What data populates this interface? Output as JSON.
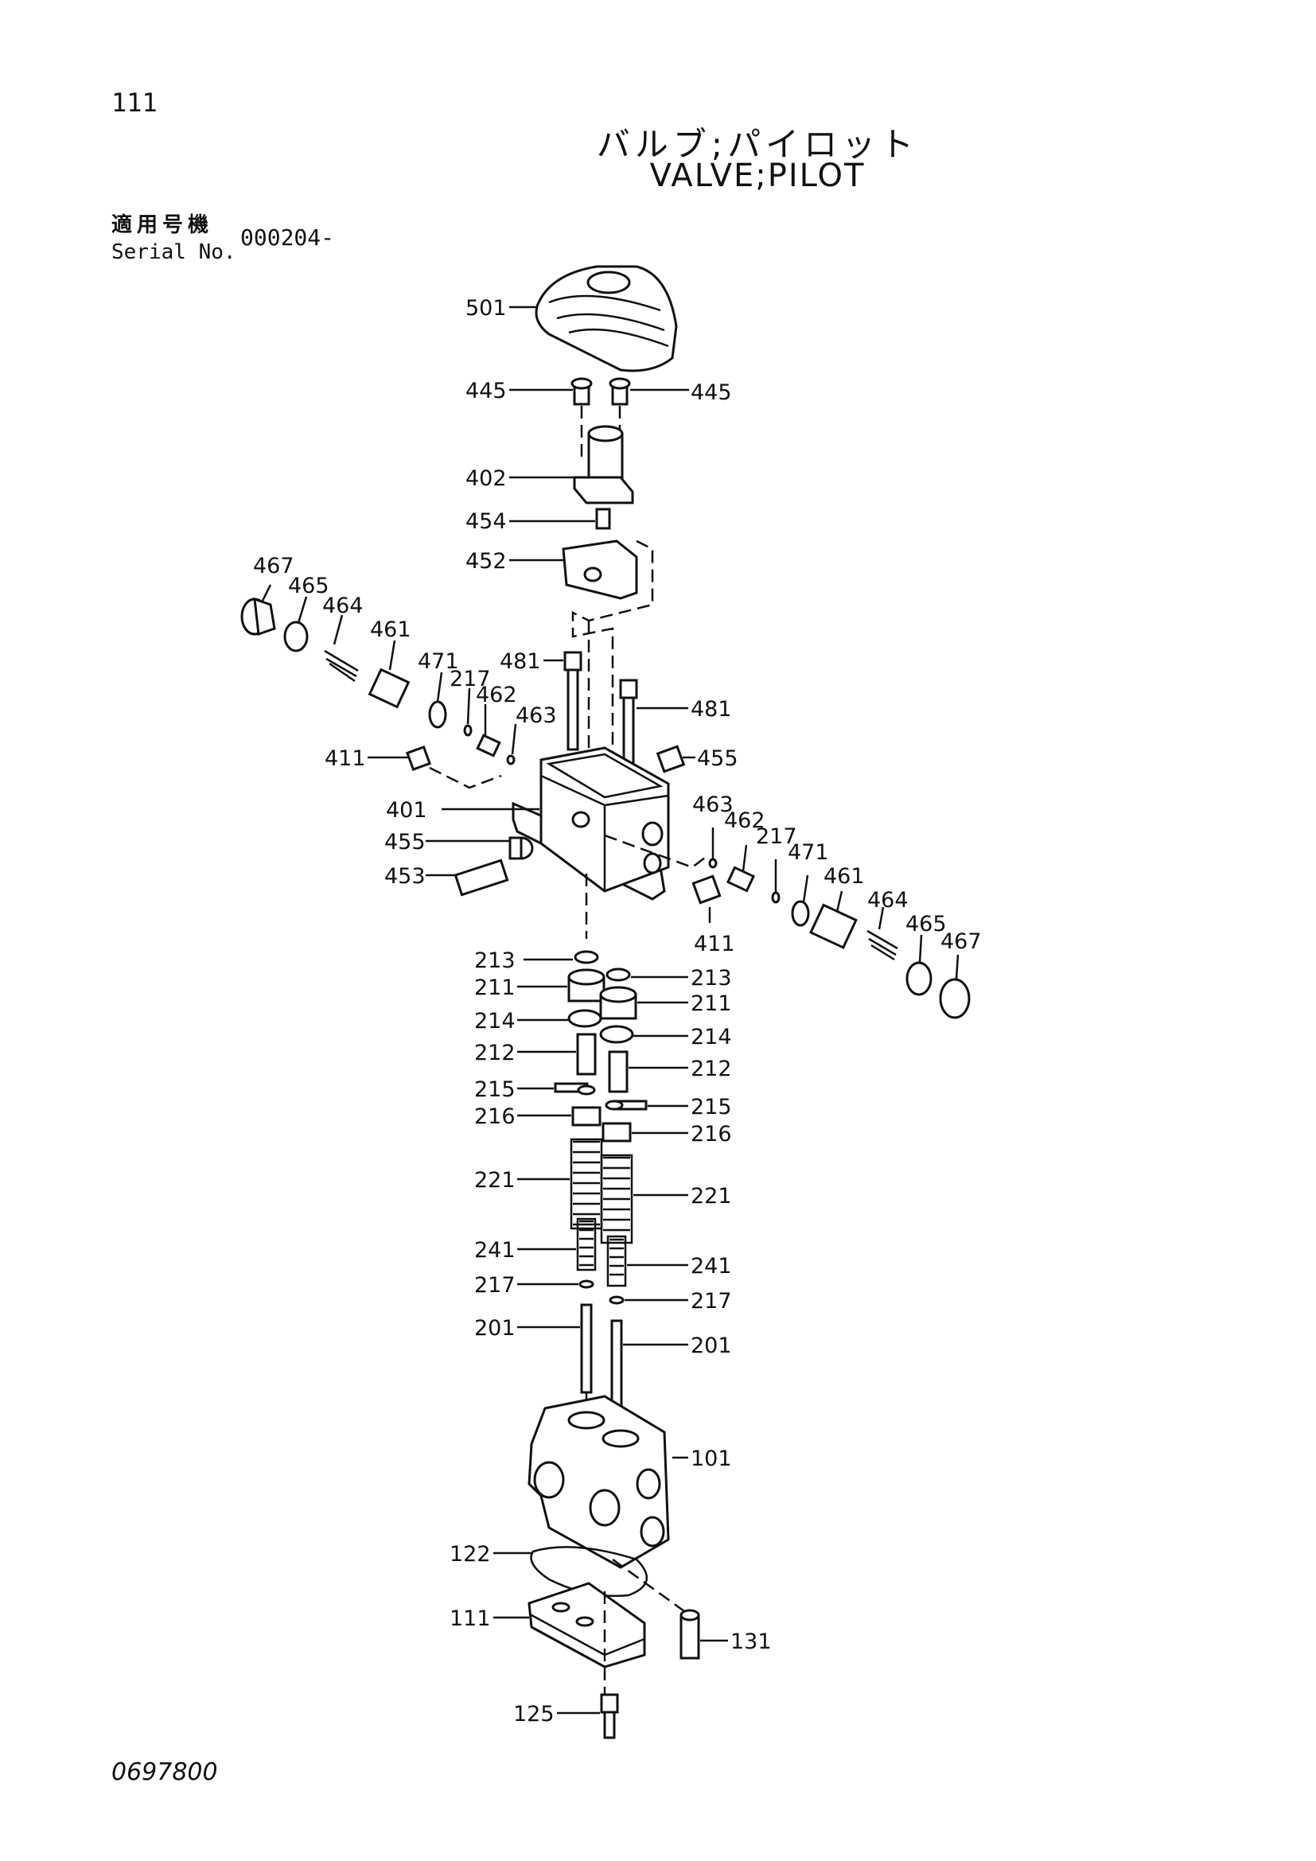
{
  "header": {
    "page_number": "111",
    "title_jp": "バルブ;パイロット",
    "title_en": "VALVE;PILOT",
    "serial_label_jp": "適用号機",
    "serial_label_en": "Serial No.",
    "serial_value": "000204-"
  },
  "footer": {
    "doc_code": "0697800"
  },
  "callouts": {
    "c501": "501",
    "c445a": "445",
    "c445b": "445",
    "c402": "402",
    "c454": "454",
    "c452": "452",
    "c467a": "467",
    "c465a": "465",
    "c464a": "464",
    "c461a": "461",
    "c471a": "471",
    "c217a": "217",
    "c462a": "462",
    "c463a": "463",
    "c481a": "481",
    "c481b": "481",
    "c411a": "411",
    "c455a": "455",
    "c401": "401",
    "c455b": "455",
    "c453": "453",
    "c463b": "463",
    "c462b": "462",
    "c217b": "217",
    "c471b": "471",
    "c461b": "461",
    "c464b": "464",
    "c465b": "465",
    "c467b": "467",
    "c411b": "411",
    "c213a": "213",
    "c213b": "213",
    "c211a": "211",
    "c211b": "211",
    "c214a": "214",
    "c214b": "214",
    "c212a": "212",
    "c212b": "212",
    "c215a": "215",
    "c215b": "215",
    "c216a": "216",
    "c216b": "216",
    "c221a": "221",
    "c221b": "221",
    "c241a": "241",
    "c241b": "241",
    "c217c": "217",
    "c217d": "217",
    "c201a": "201",
    "c201b": "201",
    "c101": "101",
    "c122": "122",
    "c111": "111",
    "c131": "131",
    "c125": "125"
  }
}
